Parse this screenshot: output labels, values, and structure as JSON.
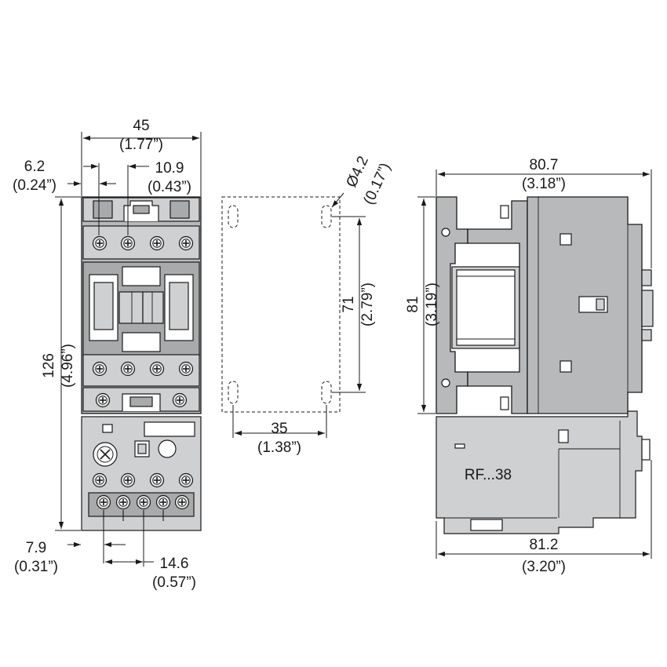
{
  "front_view": {
    "width_mm": "45",
    "width_in": "(1.77”)",
    "left_offset_mm": "6.2",
    "left_offset_in": "(0.24”)",
    "terminal_pitch_mm": "10.9",
    "terminal_pitch_in": "(0.43”)",
    "height_mm": "126",
    "height_in": "(4.96”)",
    "bottom_offset_mm": "7.9",
    "bottom_offset_in": "(0.31”)",
    "bottom_pitch_mm": "14.6",
    "bottom_pitch_in": "(0.57”)"
  },
  "mounting_view": {
    "hole_diameter": "Ø4.2",
    "hole_diameter_in": "(0.17”)",
    "vertical_spacing_mm": "71",
    "vertical_spacing_in": "(2.79”)",
    "horizontal_spacing_mm": "35",
    "horizontal_spacing_in": "(1.38”)"
  },
  "side_view": {
    "top_depth_mm": "80.7",
    "top_depth_in": "(3.18”)",
    "height_mm": "81",
    "height_in": "(3.19”)",
    "relay_label": "RF...38",
    "bottom_depth_mm": "81.2",
    "bottom_depth_in": "(3.20”)"
  }
}
